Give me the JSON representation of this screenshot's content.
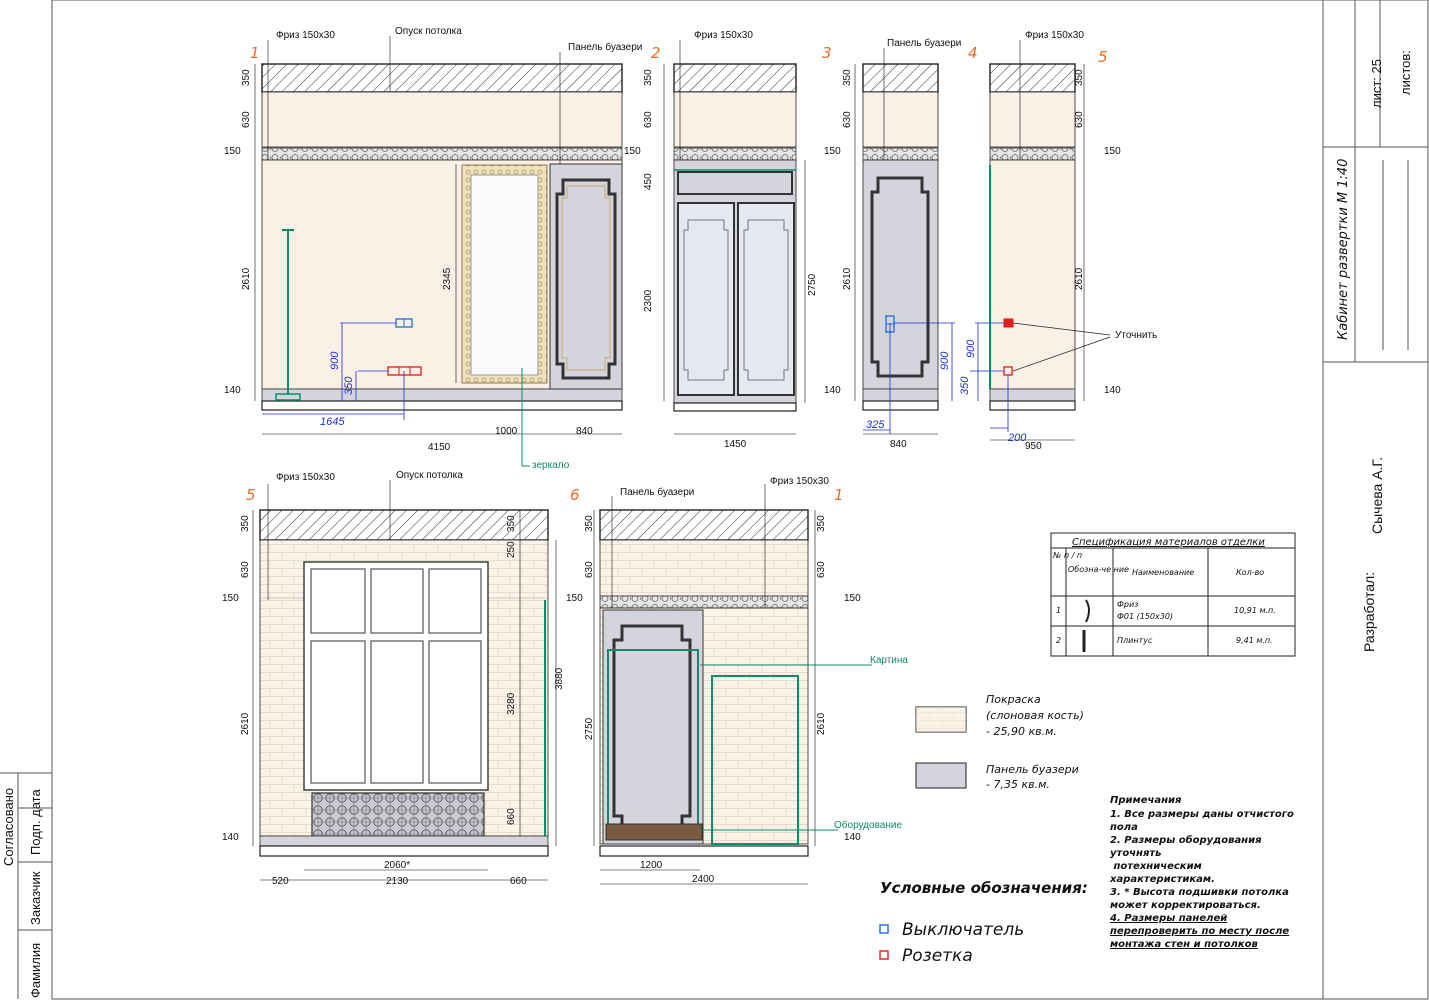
{
  "labels": {
    "friz": "Фриз 150х30",
    "opusk": "Опуск потолка",
    "panel": "Панель буазери",
    "zerkalo": "зеркало",
    "utochnit": "Уточнить",
    "kartina": "Картина",
    "oborudovanie": "Оборудование"
  },
  "view_numbers": [
    "1",
    "2",
    "3",
    "4",
    "5",
    "5",
    "6",
    "1"
  ],
  "dims": {
    "v1": {
      "h350": "350",
      "h630": "630",
      "h150": "150",
      "h150r": "150",
      "h2610": "2610",
      "h140": "140",
      "mirror": "2345",
      "w4150": "4150",
      "w1000": "1000",
      "w840": "840",
      "b900": "900",
      "b350": "350",
      "b1645": "1645"
    },
    "v2": {
      "h350": "350",
      "h630": "630",
      "h150": "150",
      "h450": "450",
      "h2300": "2300",
      "h140": "140",
      "r2750": "2750",
      "w1450": "1450"
    },
    "v3": {
      "h350": "350",
      "h630": "630",
      "h150": "150",
      "h2610": "2610",
      "h140": "140",
      "w840": "840",
      "b900": "900",
      "b325": "325"
    },
    "v4": {
      "h350": "350",
      "h630": "630",
      "h150": "150",
      "h2610": "2610",
      "h140": "140",
      "w950": "950",
      "b900": "900",
      "b350": "350",
      "b200": "200"
    },
    "v5": {
      "h350": "350",
      "h630": "630",
      "h150": "150",
      "h2610": "2610",
      "h140": "140",
      "r350": "350",
      "r250": "250",
      "r3280": "3280",
      "r660": "660",
      "r3880": "3880",
      "w520": "520",
      "w2130": "2130",
      "w660": "660",
      "w2060": "2060*"
    },
    "v6": {
      "h350": "350",
      "h630": "630",
      "h150": "150",
      "h2750": "2750",
      "r350": "350",
      "r630": "630",
      "r150": "150",
      "r2610": "2610",
      "r140": "140",
      "w1200": "1200",
      "w2400": "2400"
    }
  },
  "spec_table": {
    "title": "Спецификация материалов отделки",
    "headers": [
      "№ п / п",
      "Обозна-че ние",
      "Наименование",
      "Кол-во"
    ],
    "rows": [
      {
        "n": "1",
        "name1": "Фриз",
        "name2": "Ф01 (150х30)",
        "qty": "10,91 м.п."
      },
      {
        "n": "2",
        "name1": "Плинтус",
        "name2": "",
        "qty": "9,41 м.п."
      }
    ]
  },
  "legend_materials": [
    {
      "line1": "Покраска",
      "line2": "(слоновая кость)",
      "line3": "- 25,90 кв.м.",
      "color": "#faf0e6"
    },
    {
      "line1": "Панель буазери",
      "line2": "- 7,35 кв.м.",
      "line3": "",
      "color": "#d4d4dd"
    }
  ],
  "notes": {
    "title": "Примечания",
    "lines": [
      "1. Все размеры даны отчистого",
      "пола",
      "2. Размеры оборудования",
      "уточнять",
      " потехническим",
      "характеристикам.",
      "3. * Высота подшивки потолка",
      "может корректироваться.",
      "4. Размеры панелей",
      "перепроверить по месту после",
      "монтажа стен и потолков"
    ]
  },
  "symbols": {
    "title": "Условные обозначения:",
    "switch": "Выключатель",
    "socket": "Розетка",
    "switch_color": "#1c6fd8",
    "socket_color": "#e01c1c"
  },
  "title_block": {
    "sheet": "лист: 25",
    "sheets": "листов:",
    "title": "Кабинет развертки М 1:40",
    "developed_label": "Разработал:",
    "developer": "Сычева А.Г."
  },
  "approval": {
    "agreed": "Согласовано",
    "sign_date": "Подп. дата",
    "customer": "Заказчик",
    "surname": "Фамилия"
  },
  "colors": {
    "wall": "#faf0e6",
    "panel": "#d4d4dd",
    "accent_number": "#f26a21",
    "dim_blue": "#1c2fd8",
    "leader_green": "#0b8c6e"
  }
}
